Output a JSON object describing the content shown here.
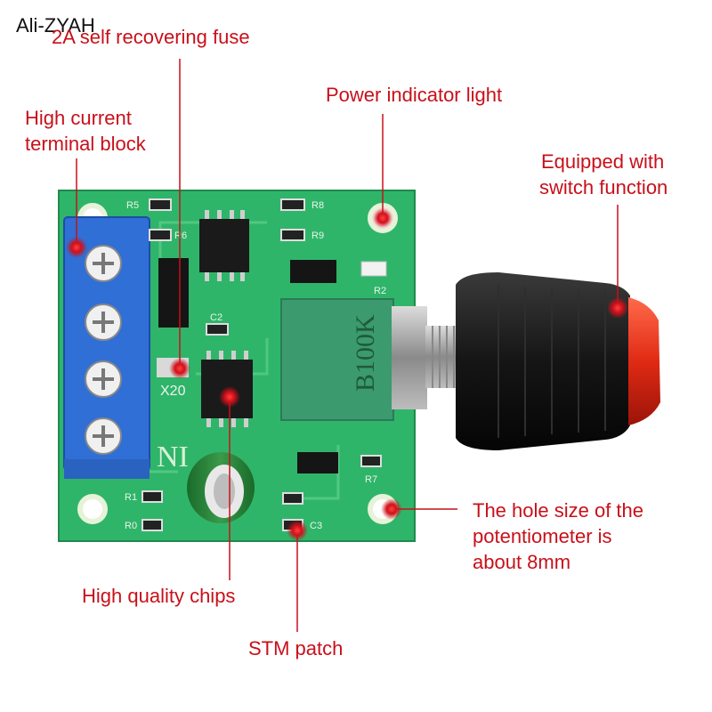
{
  "brand": "Ali-ZYAH",
  "labels": {
    "fuse": "2A self recovering fuse",
    "terminal_line1": "High current",
    "terminal_line2": "terminal block",
    "power_light": "Power indicator light",
    "switch_line1": "Equipped with",
    "switch_line2": "switch function",
    "hole_line1": "The hole size of the",
    "hole_line2": "potentiometer is",
    "hole_line3": "about 8mm",
    "chips": "High quality chips",
    "stm": "STM patch"
  },
  "board_text": {
    "pot_marking": "B100K",
    "fuse_marking": "X20",
    "logo": "NI",
    "r5": "R5",
    "r6": "R6",
    "r8": "R8",
    "r9": "R9",
    "r2": "R2",
    "c2": "C2",
    "r7": "R7",
    "r1": "R1",
    "r0": "R0",
    "c3": "C3"
  },
  "colors": {
    "accent": "#c8101a",
    "pcb": "#2fb56a",
    "terminal": "#2f6fd6",
    "knob": "#1c1c1c",
    "knob_tip": "#e8321e"
  }
}
